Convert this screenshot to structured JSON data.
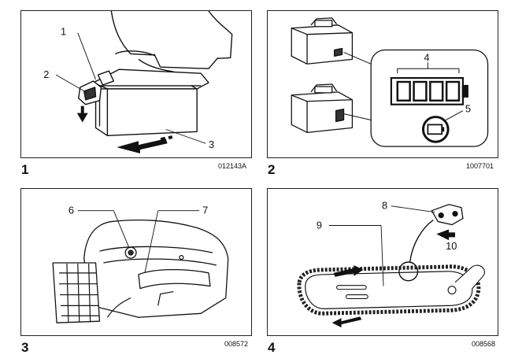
{
  "figures": [
    {
      "number": "1",
      "code": "012143A",
      "callouts": [
        "1",
        "2",
        "3"
      ]
    },
    {
      "number": "2",
      "code": "1007701",
      "callouts": [
        "4",
        "5"
      ]
    },
    {
      "number": "3",
      "code": "008572",
      "callouts": [
        "6",
        "7"
      ]
    },
    {
      "number": "4",
      "code": "008568",
      "callouts": [
        "8",
        "9",
        "10"
      ]
    }
  ]
}
